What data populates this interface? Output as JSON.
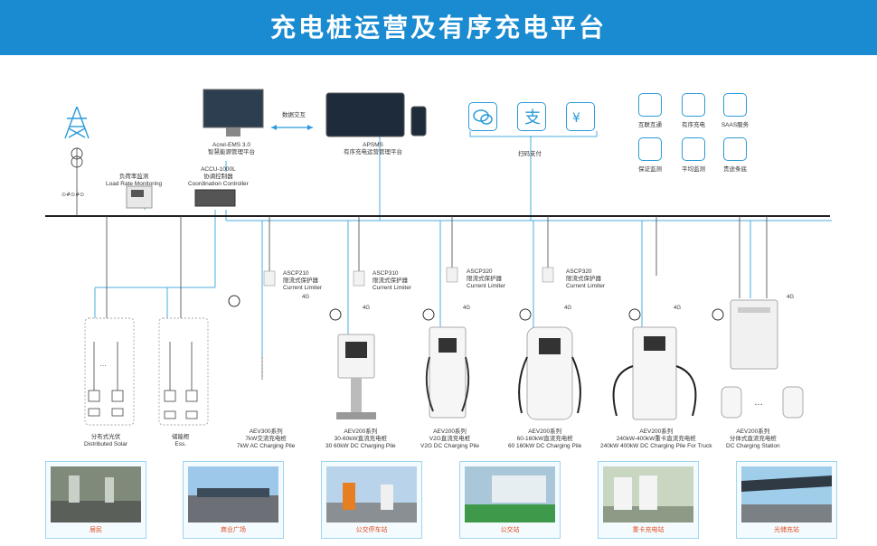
{
  "title": "充电桩运营及有序充电平台",
  "top": {
    "ems": {
      "name": "Acrel-EMS 3.0",
      "desc": "智慧能源管理平台"
    },
    "data_exchange": "数据交互",
    "apsms": {
      "name": "APSMS",
      "desc": "有序充电运营管理平台"
    },
    "scan_pay": "扫码支付",
    "features": [
      "互联互通",
      "有序充电",
      "SAAS服务",
      "保证监测",
      "平均监测",
      "贵途条底"
    ]
  },
  "controllers": {
    "load_monitor": {
      "cn": "负荷率监测",
      "en": "Load Rate Monitoring"
    },
    "accu": {
      "model": "ACCU-1000L",
      "cn": "协调控制器",
      "en": "Coordination Controller"
    }
  },
  "limiters": [
    {
      "model": "ASCP210",
      "cn": "限流式保护器",
      "en": "Current Limiter"
    },
    {
      "model": "ASCP310",
      "cn": "限流式保护器",
      "en": "Current Limiter"
    },
    {
      "model": "ASCP320",
      "cn": "限流式保护器",
      "en": "Current Limiter"
    },
    {
      "model": "ASCP320",
      "cn": "限流式保护器",
      "en": "Current Limiter"
    }
  ],
  "signal": "4G",
  "devices": [
    {
      "cn": "分布式光伏",
      "en": "Distributed Solar"
    },
    {
      "cn": "储能柜",
      "en": "Ess."
    },
    {
      "series": "AEV300系列",
      "cn": "7kW交流充电桩",
      "en": "7kW AC Charging Pile"
    },
    {
      "series": "AEV200系列",
      "cn": "30-60kW直流充电桩",
      "en": "30 60kW DC Charging Pile"
    },
    {
      "series": "AEV200系列",
      "cn": "V2G直流充电桩",
      "en": "V2G DC Charging Pile"
    },
    {
      "series": "AEV200系列",
      "cn": "60-160kW直流充电桩",
      "en": "60 160kW DC Charging Pile"
    },
    {
      "series": "AEV200系列",
      "cn": "240kW-400kW重卡直流充电桩",
      "en": "240kW 400kW DC Charging Pile For Truck"
    },
    {
      "series": "AEV200系列",
      "cn": "分体式直流充电桩",
      "en": "DC Charging Station"
    }
  ],
  "scenes": [
    "居民",
    "商业广场",
    "公交停车站",
    "公交站",
    "重卡充电站",
    "光储充站"
  ],
  "colors": {
    "header": "#1a8bd1",
    "line": "#4aaee0",
    "accent": "#2a9ad8",
    "caption": "#e04b1c"
  }
}
